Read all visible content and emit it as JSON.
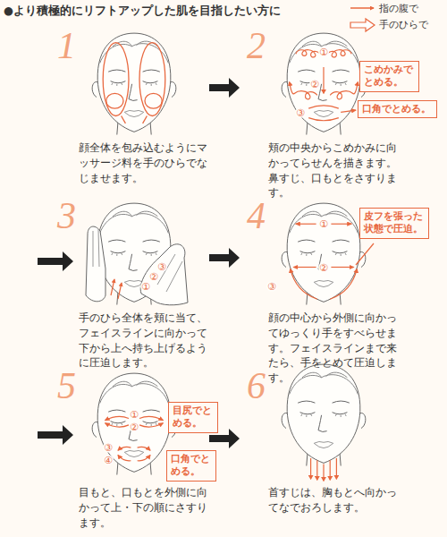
{
  "diagram": {
    "title": "●より積極的にリフトアップした肌を目指したい方に",
    "nodes": [
      {
        "text": [
          "1",
          "顔全体を包み込むようにマッサージ料を手のひらでなじませます。"
        ]
      },
      {
        "text": [
          "2",
          "頬の中央からこめかみに向かってらせんを描きます。鼻すじ、口もとをさすります。"
        ]
      },
      {
        "text": [
          "こめかみでとめる。"
        ],
        "in": 1
      },
      {
        "text": [
          "口角でとめる。"
        ],
        "in": 1
      },
      {
        "text": [
          "3",
          "手のひら全体を頬に当て、フェイスラインに向かって下から上へ持ち上げるように圧迫します。"
        ]
      },
      {
        "text": [
          "4",
          "顔の中心から外側に向かってゆっくり手をすべらせます。フェイスラインまで来たら、手をとめて圧迫します。"
        ]
      },
      {
        "text": [
          "皮フを張った状態で圧迫。"
        ],
        "in": 5
      },
      {
        "text": [
          "5",
          "目もと、口もとを外側に向かって上・下の順にさすります。"
        ]
      },
      {
        "text": [
          "目尻でとめる。"
        ],
        "in": 7
      },
      {
        "text": [
          "口角でとめる。"
        ],
        "in": 7
      },
      {
        "text": [
          "6",
          "首すじは、胸もとへ向かってなでおろします。"
        ]
      }
    ],
    "edges": [
      {
        "from": 0,
        "to": 1,
        "arrow": "to"
      },
      {
        "from": 4,
        "to": 5,
        "arrow": "to"
      },
      {
        "from": 7,
        "to": 10,
        "arrow": "to"
      }
    ],
    "labels": [
      "①",
      "②",
      "③",
      "①",
      "②",
      "③",
      "①",
      "②",
      "③",
      "①",
      "②",
      "③",
      "④"
    ],
    "legend": [
      {
        "text": "指の腹で"
      },
      {
        "text": "手のひらで"
      }
    ]
  }
}
